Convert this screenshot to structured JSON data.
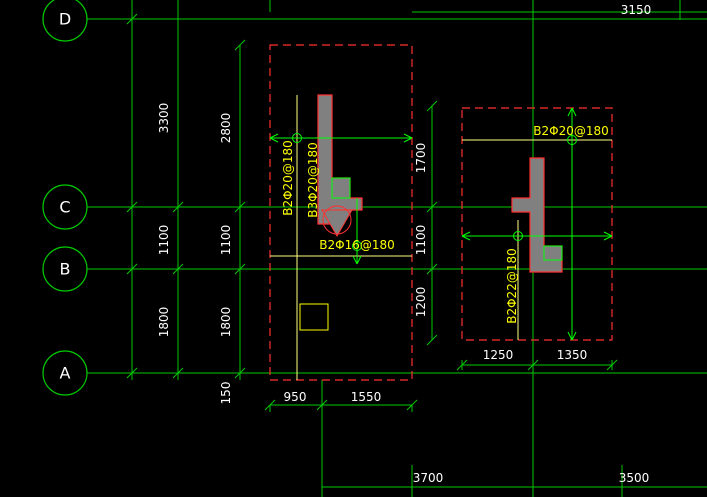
{
  "colors": {
    "background": "#000000",
    "grid": "#00c800",
    "dim_text": "#ffffff",
    "rebar_text": "#ffff00",
    "outline_red": "#ff3030",
    "column_fill": "#808080",
    "accent_green": "#00ff00"
  },
  "axes": {
    "d": "D",
    "c": "C",
    "b": "B",
    "a": "A"
  },
  "dims": {
    "top_right": "3150",
    "left_3300": "3300",
    "left_1100": "1100",
    "left_1800": "1800",
    "inner_2800": "2800",
    "inner_1100": "1100",
    "inner_1800": "1800",
    "inner_150": "150",
    "left_w1": "950",
    "left_w2": "1550",
    "right_1700": "1700",
    "right_1100": "1100",
    "right_1200": "1200",
    "right_w1": "1250",
    "right_w2": "1350",
    "bottom_3700": "3700",
    "bottom_3500": "3500"
  },
  "rebar": {
    "left_v1": "B2Φ20@180",
    "left_v2": "B3Φ20@180",
    "left_h": "B2Φ16@180",
    "right_h": "B2Φ20@180",
    "right_v": "B2Φ22@180"
  }
}
